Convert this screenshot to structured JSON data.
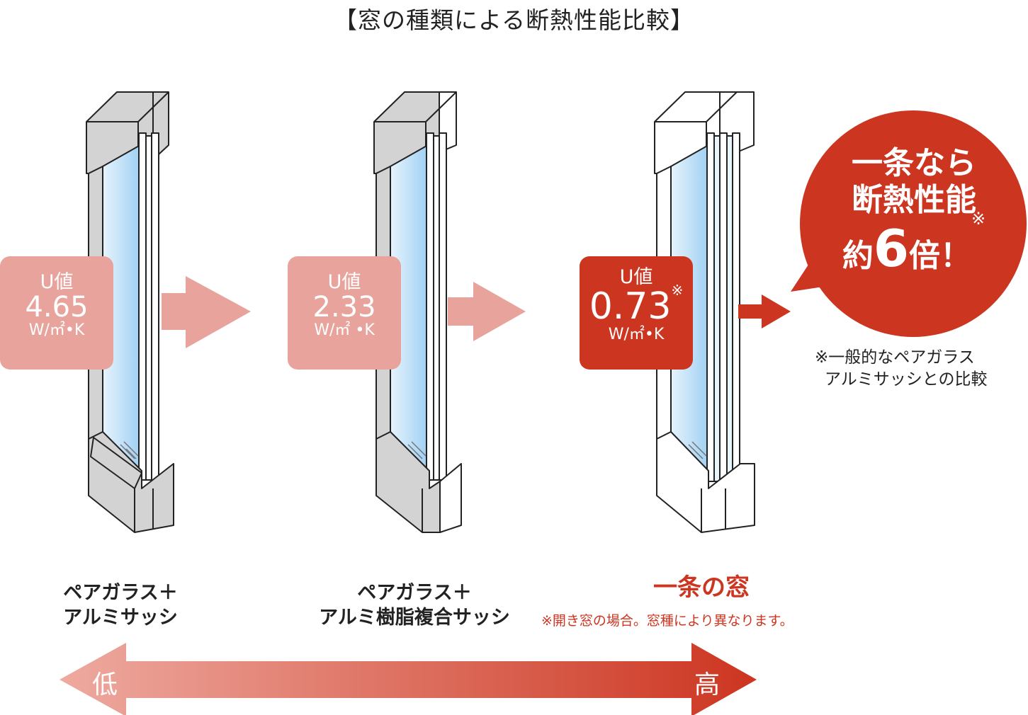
{
  "title": "【窓の種類による断熱性能比較】",
  "windows": [
    {
      "u_label": "U値",
      "u_value": "4.65",
      "u_unit": "W/㎡•K",
      "caption_line1": "ペアガラス＋",
      "caption_line2": "アルミサッシ"
    },
    {
      "u_label": "U値",
      "u_value": "2.33",
      "u_unit": "W/㎡ •K",
      "caption_line1": "ペアガラス＋",
      "caption_line2": "アルミ樹脂複合サッシ"
    },
    {
      "u_label": "U値",
      "u_value": "0.73",
      "u_mark": "※",
      "u_unit": "W/㎡•K",
      "caption_line1": "一条の窓",
      "note": "※開き窓の場合。窓種により異なります。"
    }
  ],
  "bubble": {
    "line1": "一条なら",
    "line2": "断熱性能",
    "line3_pre": "約",
    "line3_num": "6",
    "line3_post": "倍！",
    "mark": "※"
  },
  "footnote": {
    "line1": "※一般的なペアガラス",
    "line2": "アルミサッシとの比較"
  },
  "scale": {
    "low": "低",
    "high": "高"
  },
  "colors": {
    "pink": "#e8a49c",
    "red": "#cc3520",
    "gray_frame": "#d3d3d3",
    "glass": "#a6d3f5"
  }
}
